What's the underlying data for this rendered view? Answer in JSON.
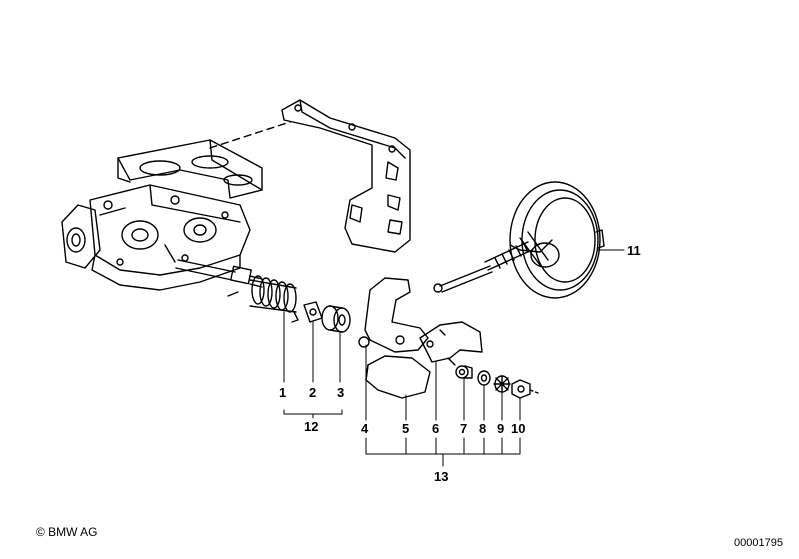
{
  "callouts": {
    "c1": "1",
    "c2": "2",
    "c3": "3",
    "c4": "4",
    "c5": "5",
    "c6": "6",
    "c7": "7",
    "c8": "8",
    "c9": "9",
    "c10": "10",
    "c11": "11",
    "c12": "12",
    "c13": "13"
  },
  "footer": {
    "copyright": "© BMW AG",
    "doc_number": "00001795"
  },
  "colors": {
    "ink": "#000000",
    "paper": "#ffffff"
  }
}
